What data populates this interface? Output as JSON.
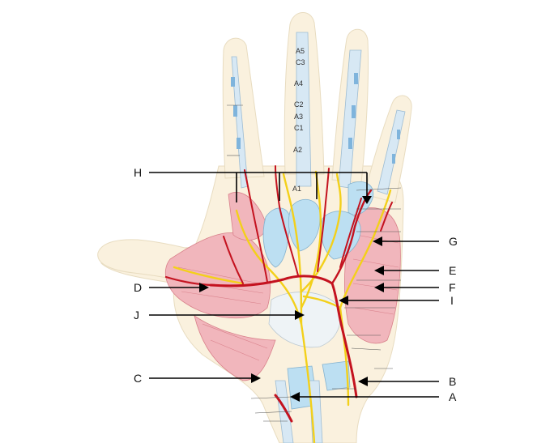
{
  "labels": {
    "A": "A",
    "B": "B",
    "C": "C",
    "D": "D",
    "E": "E",
    "F": "F",
    "G": "G",
    "H": "H",
    "I": "I",
    "J": "J"
  },
  "pulleys": {
    "A5": "A5",
    "C3": "C3",
    "A4": "A4",
    "C2": "C2",
    "A3": "A3",
    "C1": "C1",
    "A2": "A2",
    "A1": "A1"
  },
  "colors": {
    "artery": "#c4121f",
    "nerve": "#f3d01a",
    "muscle": "#f1b6bc",
    "tendon_sheath": "#bcdff2",
    "skin": "#faf1de"
  }
}
